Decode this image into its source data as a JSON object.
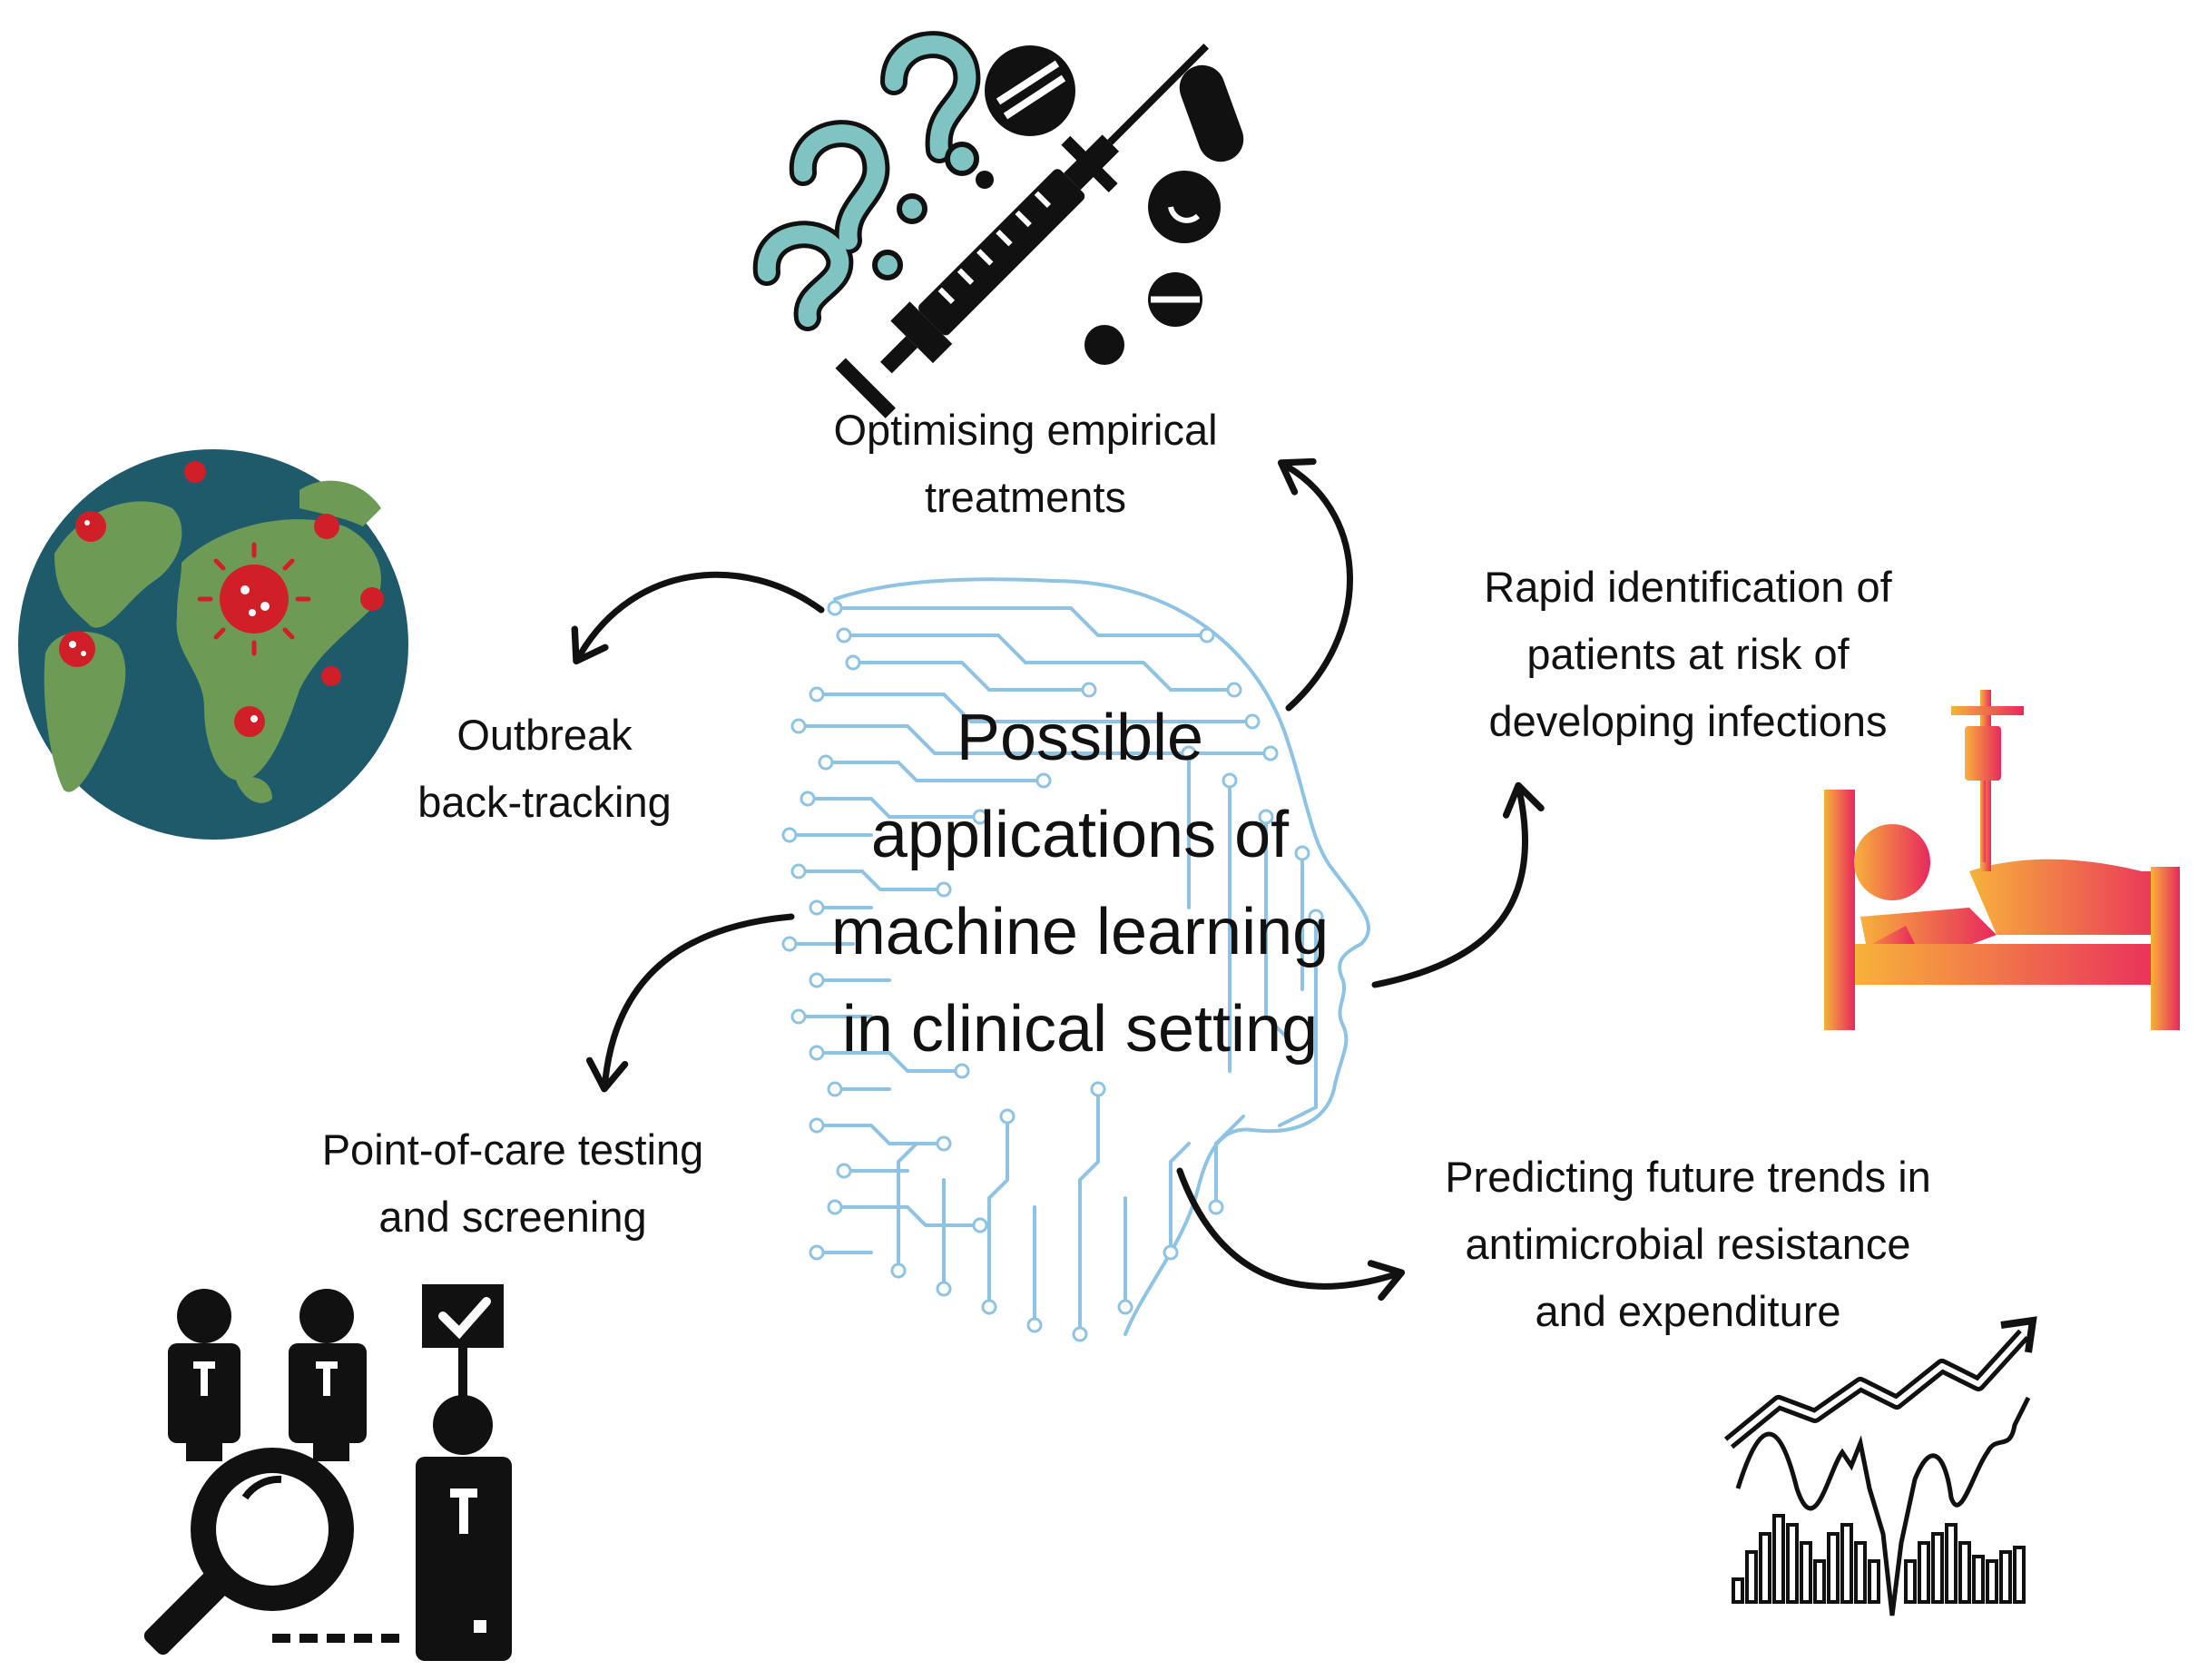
{
  "center": {
    "title_lines": [
      "Possible",
      "applications of",
      "machine learning",
      "in clinical setting"
    ]
  },
  "applications": {
    "treatments": {
      "lines": [
        "Optimising empirical",
        "treatments"
      ]
    },
    "outbreak": {
      "lines": [
        "Outbreak",
        "back-tracking"
      ]
    },
    "rapid_identification": {
      "lines": [
        "Rapid identification of",
        "patients at risk of",
        "developing infections"
      ]
    },
    "point_of_care": {
      "lines": [
        "Point-of-care testing",
        "and screening"
      ]
    },
    "predicting": {
      "lines": [
        "Predicting future trends in",
        "antimicrobial resistance",
        "and expenditure"
      ]
    }
  },
  "icons": {
    "treatments": "question-marks-pills-syringe-icon",
    "outbreak": "globe-virus-icon",
    "rapid_identification": "hospital-bed-patient-icon",
    "point_of_care": "people-screening-magnifier-icon",
    "predicting": "trend-chart-icon",
    "center": "circuit-head-icon"
  },
  "colors": {
    "circuit": "#8fc3e3",
    "ocean": "#1f5a6b",
    "land": "#6d9a55",
    "virus": "#d11f2a",
    "question": "#7fc4c2",
    "bed_start": "#f7b23b",
    "bed_end": "#e8285e",
    "ink": "#111111"
  }
}
